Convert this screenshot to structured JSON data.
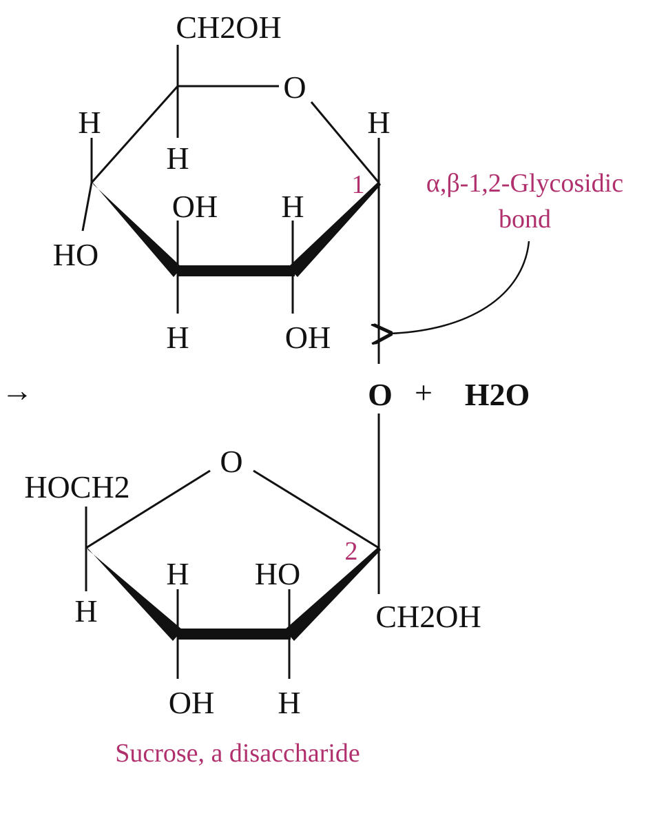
{
  "glucose": {
    "c6": "CH2OH",
    "ring_o": "O",
    "c5_h": "H",
    "c4_h": "H",
    "c4_oh": "HO",
    "c3_oh": "OH",
    "c3_h": "H",
    "c2_h": "H",
    "c2_oh": "OH",
    "c1_h": "H",
    "c1_number": "1"
  },
  "linkage": {
    "o": "O",
    "plus": "+",
    "water": "H2O",
    "arrow": "→"
  },
  "bond_label": {
    "line1": "α,β-1,2-Glycosidic",
    "line2": "bond"
  },
  "fructose": {
    "c6": "HOCH2",
    "ring_o": "O",
    "c5_h": "H",
    "c4_h": "H",
    "c4_oh": "OH",
    "c3_oh": "HO",
    "c3_h": "H",
    "c2_number": "2",
    "c1": "CH2OH"
  },
  "caption": "Sucrose, a disaccharide",
  "colors": {
    "label": "#b0306e",
    "structure": "#111111"
  }
}
